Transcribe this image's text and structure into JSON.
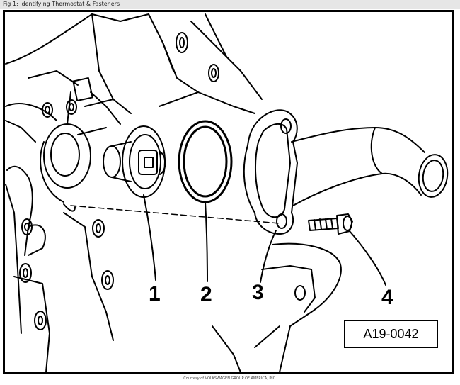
{
  "window": {
    "title": "Fig 1: Identifying Thermostat & Fasteners"
  },
  "callouts": {
    "c1": "1",
    "c2": "2",
    "c3": "3",
    "c4": "4"
  },
  "figure_code": "A19-0042",
  "credit": "Courtesy of VOLKSWAGEN GROUP OF AMERICA, INC.",
  "colors": {
    "line": "#000000",
    "background": "#ffffff",
    "titlebar": "#e6e6e6"
  }
}
